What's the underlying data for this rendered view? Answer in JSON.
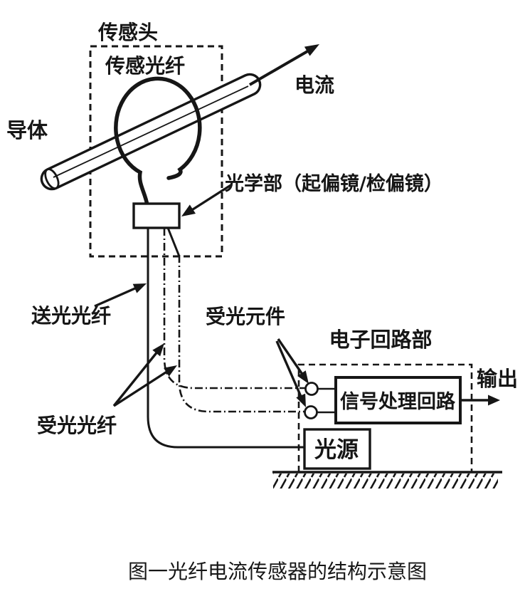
{
  "figure": {
    "caption": "图一光纤电流传感器的结构示意图"
  },
  "labels": {
    "sensor_head": "传感头",
    "sensing_fiber": "传感光纤",
    "conductor": "导体",
    "current": "电流",
    "optical_unit": "光学部（起偏镜/检偏镜）",
    "sending_fiber": "送光光纤",
    "receiving_element": "受光元件",
    "electronic_circuit_unit": "电子回路部",
    "output": "输出",
    "signal_processing_circuit": "信号处理回路",
    "light_source": "光源",
    "receiving_fiber": "受光光纤"
  },
  "colors": {
    "ink": "#161616",
    "background": "#ffffff"
  }
}
